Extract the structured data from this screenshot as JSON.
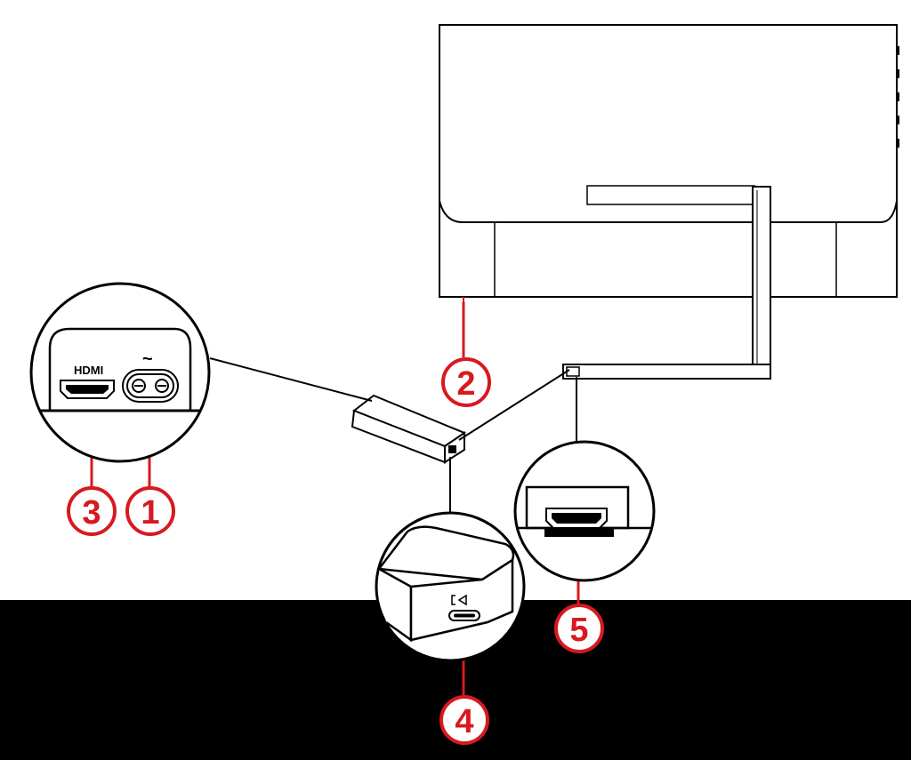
{
  "labels": {
    "hdmi": "HDMI",
    "ac_symbol": "~"
  },
  "callouts": [
    {
      "id": "1",
      "text": "1"
    },
    {
      "id": "2",
      "text": "2"
    },
    {
      "id": "3",
      "text": "3"
    },
    {
      "id": "4",
      "text": "4"
    },
    {
      "id": "5",
      "text": "5"
    }
  ],
  "colors": {
    "callout": "#d71920",
    "line": "#000000",
    "background": "#ffffff",
    "band": "#000000"
  }
}
